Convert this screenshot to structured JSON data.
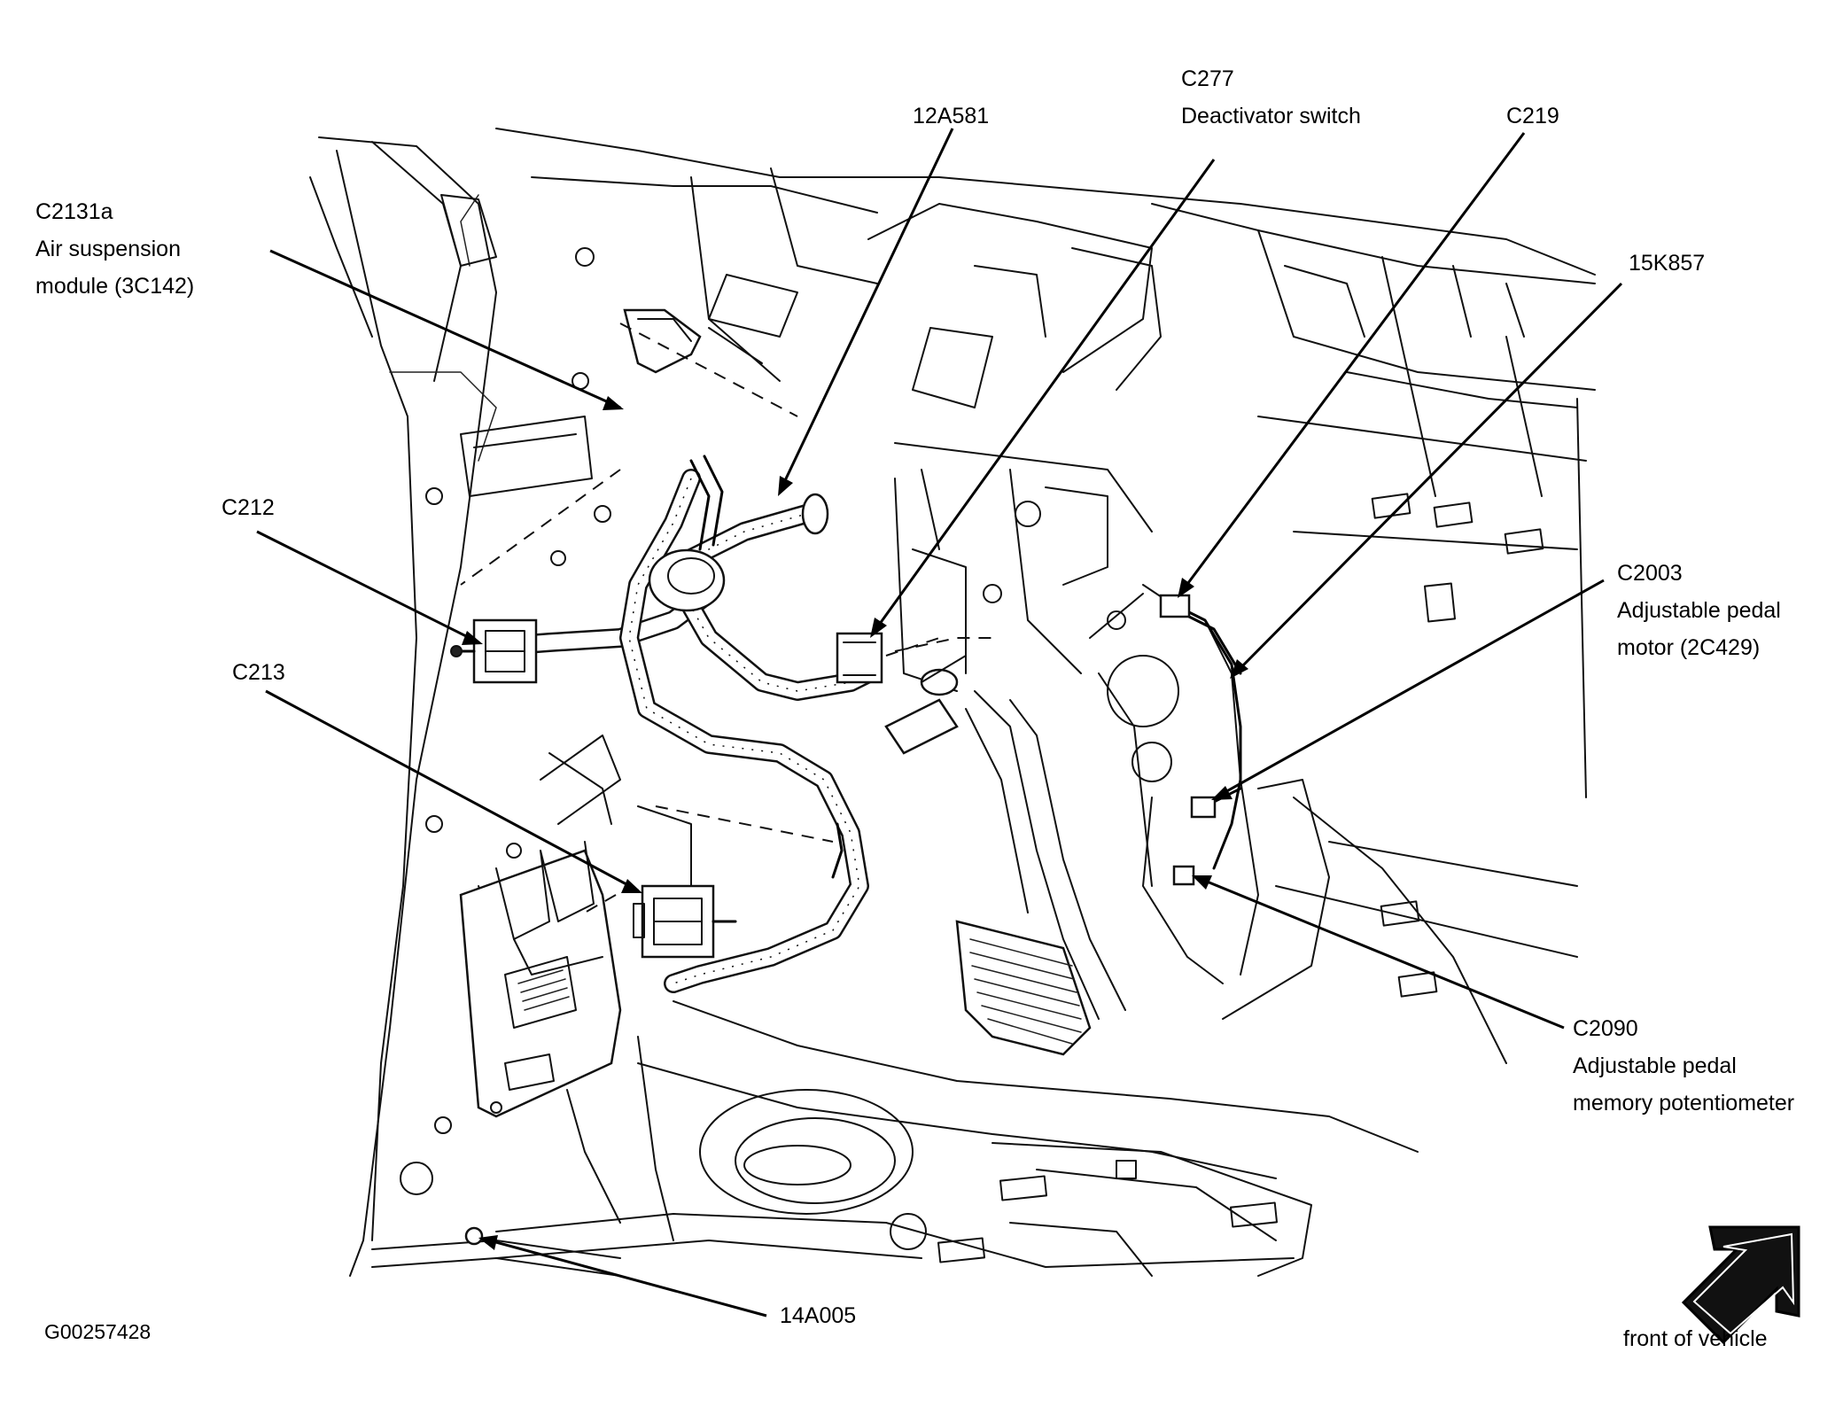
{
  "labels": {
    "c2131a": {
      "ref": "C2131a",
      "line2": "Air suspension",
      "line3": "module (3C142)"
    },
    "c212": {
      "ref": "C212"
    },
    "c213": {
      "ref": "C213"
    },
    "p12a581": {
      "ref": "12A581"
    },
    "c277": {
      "ref": "C277",
      "line2": "Deactivator switch"
    },
    "c219": {
      "ref": "C219"
    },
    "p15k857": {
      "ref": "15K857"
    },
    "c2003": {
      "ref": "C2003",
      "line2": "Adjustable pedal",
      "line3": "motor (2C429)"
    },
    "c2090": {
      "ref": "C2090",
      "line2": "Adjustable pedal",
      "line3": "memory potentiometer"
    },
    "p14a005": {
      "ref": "14A005"
    }
  },
  "figure_id": "G00257428",
  "orientation": {
    "text": "front of vehicle",
    "icon": "arrow-up-right-icon"
  }
}
